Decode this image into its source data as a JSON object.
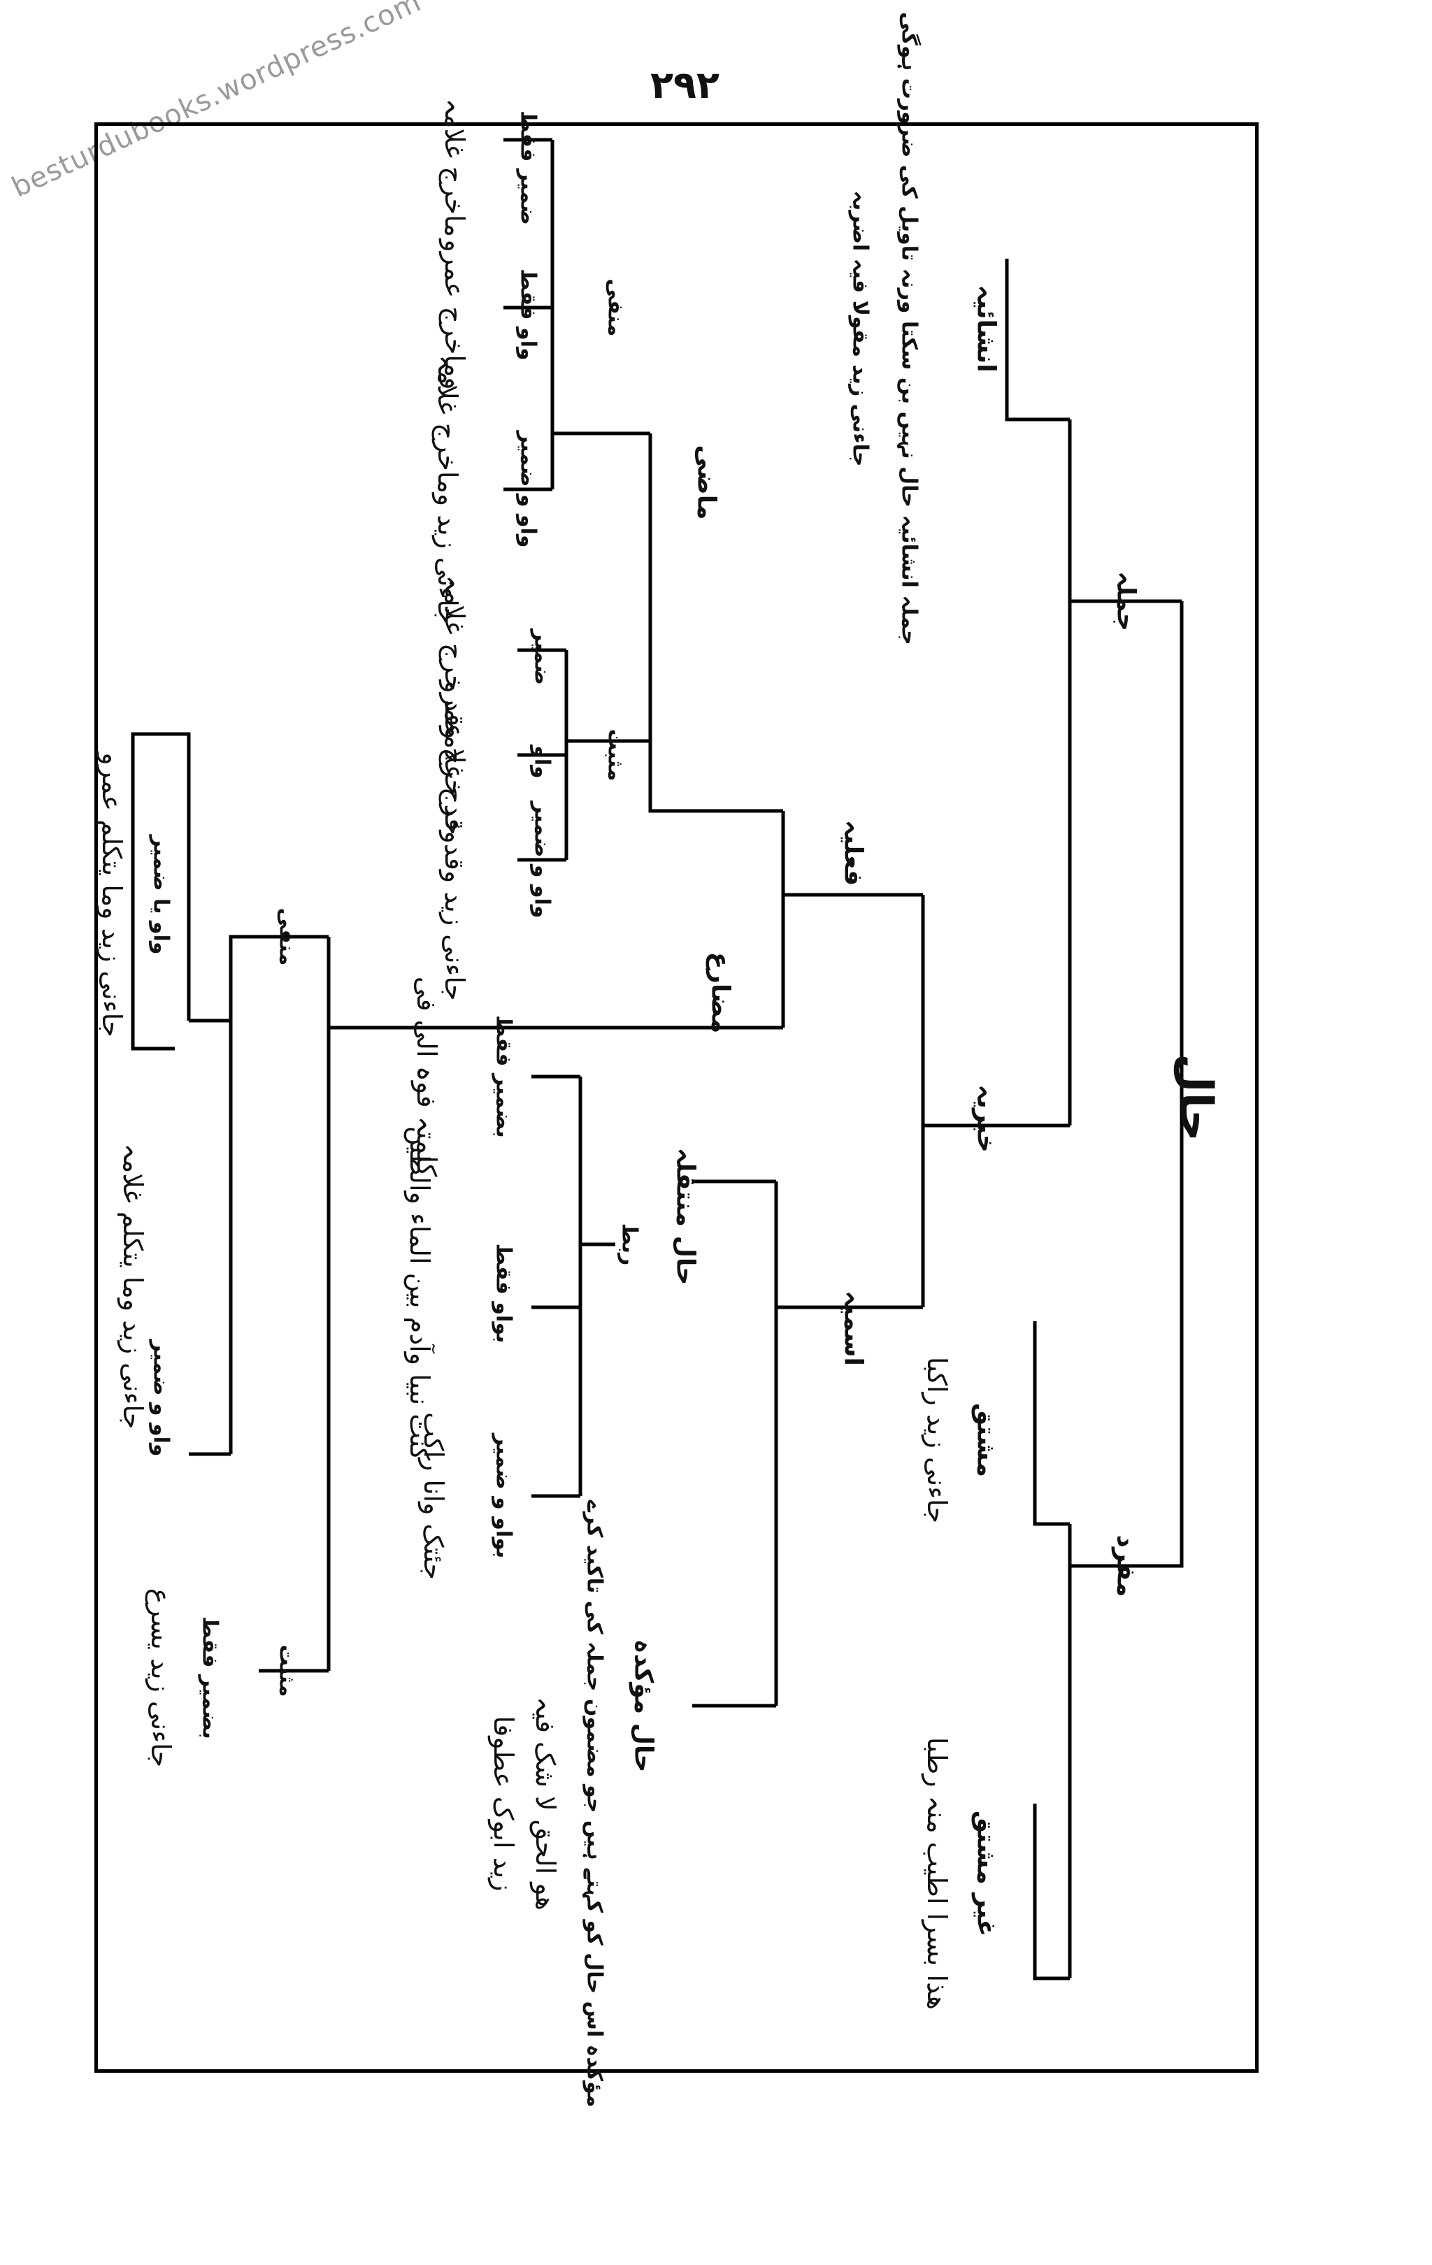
{
  "page_number": "۲۹۲",
  "watermark": "besturdubooks.wordpress.com",
  "root": "حال",
  "level1": {
    "mufrad": "مفرد",
    "jumla": "جملہ"
  },
  "mufrad_branch": {
    "mushtaqq": "مشتق",
    "ghair_mushtaqq": "غیر مشتق",
    "ex_mushtaqq": "جاءنی زید راکبا",
    "ex_ghair": "ھذا بسرا اطیب منہ رطبا"
  },
  "jumla_branch": {
    "khabariyya": "خبریہ",
    "inshaiyya": "انشائیہ",
    "inshaiyya_note": "جملہ انشائیہ حال نہیں بن سکتا ورنہ تاویل کی ضرورت ہوگی",
    "inshaiyya_ex": "جاءنی زید مقولا فیہ اضربہ",
    "fi'liyya": "فعلیہ",
    "ismiyya": "اسمیہ",
    "madi": "ماضی",
    "mudari": "مضارع",
    "manfi": "منفی",
    "muthbat": "مثبت",
    "manfi_mudari": "منفی",
    "muthbat_mudari": "مثبت"
  },
  "madi_manfi": {
    "b1": "ضمیر فقط",
    "b2": "واو فقط",
    "b3": "واو و ضمیر",
    "ex1": "ماخرج غلامہ",
    "ex2": "وماخرج عمرو",
    "ex3": "جاءنی زید وماخرج غلامہ"
  },
  "madi_muthbat": {
    "b1": "ضمیر",
    "b2": "واو",
    "b3": "واو و ضمیر",
    "ex1": "وقد خرج غلامہ",
    "ex2": "وقد خرج عمرو",
    "ex3": "جاءنی زید وقد خرج غلامہ"
  },
  "mudari_manfi": {
    "b1": "واو یا ضمیر",
    "b2": "واو و ضمیر",
    "ex1": "جاءنی زید وما یتکلم عمرو",
    "ex2": "جاءنی زید وما یتکلم غلامہ"
  },
  "mudari_muthbat": {
    "b1": "بضمیر فقط",
    "ex1": "جاءنی زید یسرع"
  },
  "ismiyya_branch": {
    "muntaqila": "حال منتقلہ",
    "rabt": "ربط",
    "muakkida": "حال مؤکدہ",
    "b1": "بضمیر فقط",
    "b2": "بواو فقط",
    "b3": "بواو و ضمیر",
    "ex1": "کلمتہ فوہ الی فی",
    "ex2": "کنت نبیا وآدم بین الماء والطین",
    "ex3": "جئتک وانا راکب",
    "muakkida_note": "مؤکدہ اس حال کو کہتے ہیں جو مضمون جملہ کی تاکید کرے",
    "muakkida_ex": "ھو الحق لا شک فیہ",
    "muakkida_ex2": "زید ابوک عطوفا"
  }
}
